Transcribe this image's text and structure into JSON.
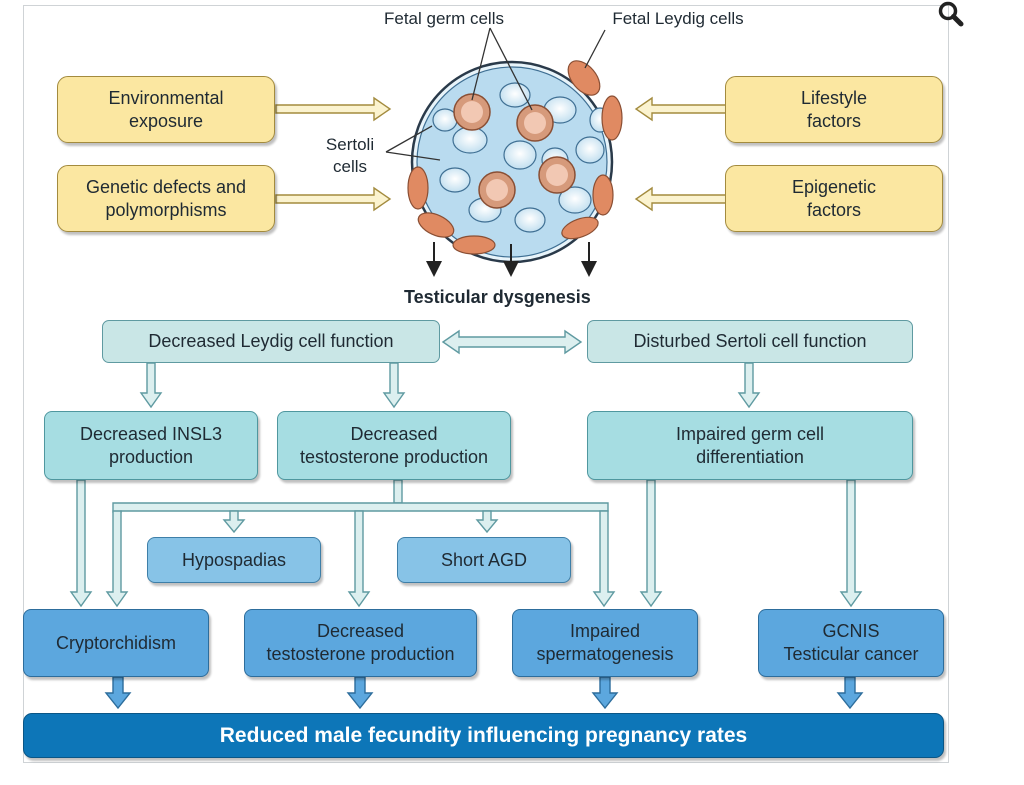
{
  "causes": {
    "environmental": "Environmental\nexposure",
    "genetic": "Genetic defects and\npolymorphisms",
    "lifestyle": "Lifestyle\nfactors",
    "epigenetic": "Epigenetic\nfactors"
  },
  "cell_labels": {
    "fetal_germ": "Fetal germ cells",
    "fetal_leydig": "Fetal Leydig cells",
    "sertoli": "Sertoli\ncells"
  },
  "dysgenesis_title": "Testicular dysgenesis",
  "functions": {
    "leydig": "Decreased Leydig cell function",
    "sertoli": "Disturbed Sertoli cell function"
  },
  "level2": {
    "insl3": "Decreased INSL3\nproduction",
    "testosterone": "Decreased\ntestosterone production",
    "germ_diff": "Impaired germ cell\ndifferentiation"
  },
  "level3": {
    "hypospadias": "Hypospadias",
    "short_agd": "Short AGD"
  },
  "outcomes": {
    "cryptorchidism": "Cryptorchidism",
    "testosterone": "Decreased\ntestosterone production",
    "spermatogenesis": "Impaired\nspermatogenesis",
    "gcnis": "GCNIS\nTesticular cancer"
  },
  "result": "Reduced male fecundity influencing pregnancy rates",
  "colors": {
    "yellow_box": "#fbe7a1",
    "mint_box": "#c9e6e6",
    "teal_box": "#a6dde2",
    "light_blue_box": "#87c3e7",
    "blue_box": "#5ca7de",
    "banner": "#0d76b8",
    "arrow_fill": "#dcefef",
    "arrow_stroke": "#5f9aa1"
  },
  "icons": {
    "zoom": "magnifier-icon"
  }
}
